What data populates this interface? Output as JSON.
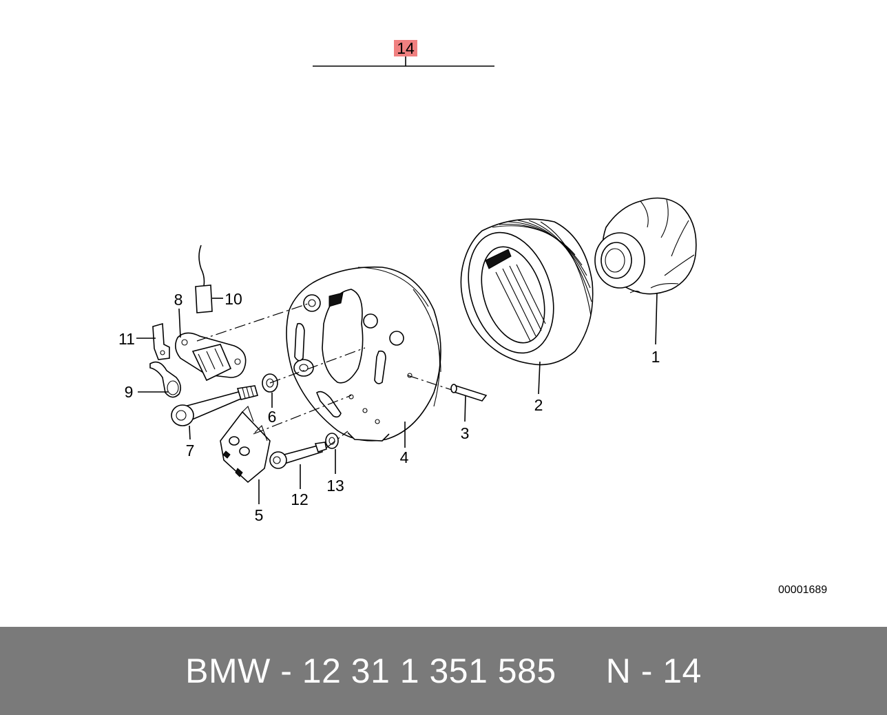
{
  "diagram": {
    "assembly_label": "14",
    "assembly_highlight": "#f08080",
    "callouts": [
      "1",
      "2",
      "3",
      "4",
      "5",
      "6",
      "7",
      "8",
      "9",
      "10",
      "11",
      "12",
      "13"
    ],
    "reference_number": "00001689"
  },
  "footer": {
    "part_number_text": "BMW - 12 31 1 351 585",
    "position_text": "N - 14",
    "background": "#7a7a7a"
  }
}
